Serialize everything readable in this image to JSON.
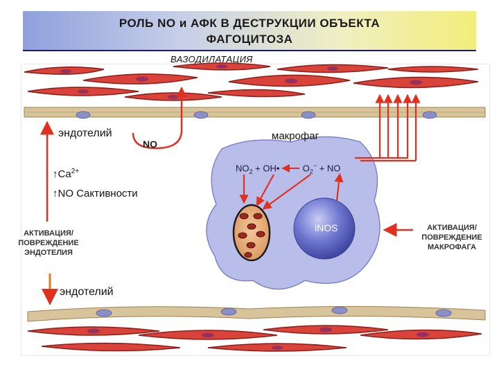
{
  "title": {
    "line1": "РОЛЬ  NO  и  АФК   В   ДЕСТРУКЦИИ     ОБЪЕКТА",
    "line2": "ФАГОЦИТОЗА"
  },
  "vasodilation": "ВАЗОДИЛАТАЦИЯ",
  "endothelium_top": "эндотелий",
  "no_label": "NO",
  "macrophage": "макрофаг",
  "ca_label": "Ca",
  "ca_sup": "2+",
  "nos_label": "NO Cактивности",
  "activation_endo": "АКТИВАЦИЯ/ ПОВРЕЖДЕНИЕ ЭНДОТЕЛИЯ",
  "endothelium_bottom": "эндотелий",
  "activation_macro": "АКТИВАЦИЯ/ ПОВРЕЖДЕНИЕ МАКРОФАГА",
  "reaction": {
    "no2": "NO",
    "no2_sub": "2",
    "plus1": "+",
    "oh": "OH•",
    "o2": "O",
    "o2_sub": "2",
    "o2_sup": "−",
    "plus2": "+",
    "no": "NO"
  },
  "inos": "iNOS",
  "colors": {
    "cell_fill": "#d9433a",
    "cell_dark": "#8e1d1a",
    "nucleus": "#8a8fc8",
    "vessel_wall": "#d8c49a",
    "macrophage_fill": "#b9bdea",
    "arrow": "#e03020",
    "nucleus_ball": "#7b84d4"
  }
}
